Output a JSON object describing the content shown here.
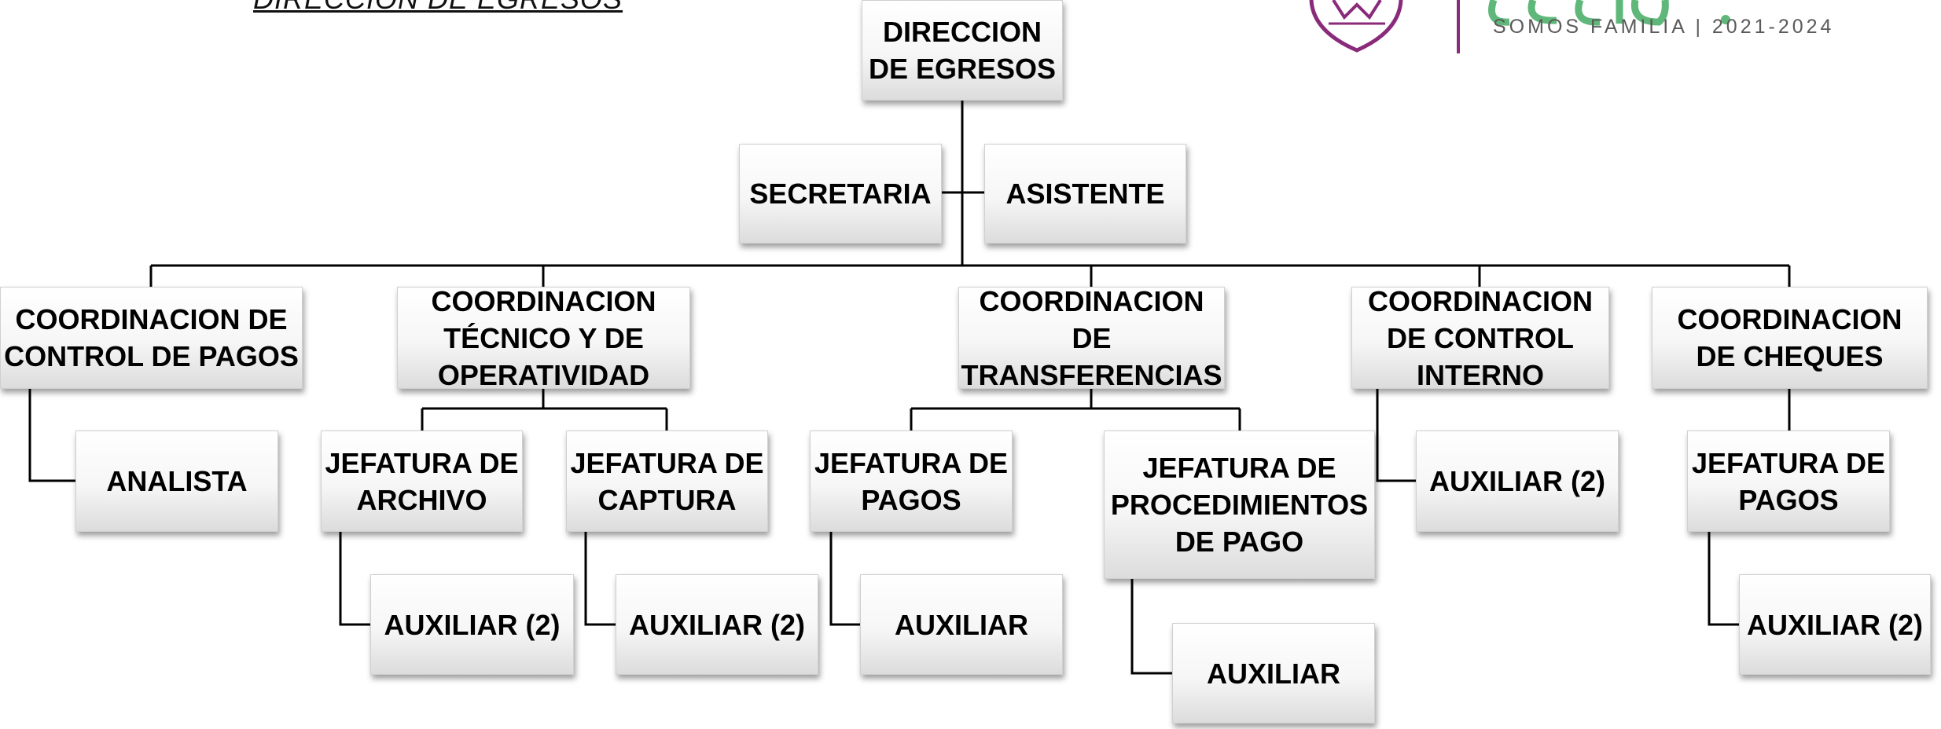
{
  "page": {
    "heading": "DIRECCION DE EGRESOS"
  },
  "logo": {
    "tagline": "SOMOS FAMILIA | 2021-2024",
    "colors": {
      "purple": "#8a2a7a",
      "green": "#5fb87a"
    }
  },
  "org_chart": {
    "root": "DIRECCION\nDE EGRESOS",
    "staff": [
      "SECRETARIA",
      "ASISTENTE"
    ],
    "coordinations": {
      "pagos": {
        "title": "COORDINACION DE\nCONTROL DE PAGOS",
        "analista": "ANALISTA"
      },
      "tecnico": {
        "title": "COORDINACION\nTÉCNICO Y DE\nOPERATIVIDAD",
        "archivo": "JEFATURA DE\nARCHIVO",
        "archivo_aux": "AUXILIAR (2)",
        "captura": "JEFATURA DE\nCAPTURA",
        "captura_aux": "AUXILIAR (2)"
      },
      "transferencias": {
        "title": "COORDINACION\nDE\nTRANSFERENCIAS",
        "pagos": "JEFATURA DE\nPAGOS",
        "pagos_aux": "AUXILIAR",
        "procedimientos": "JEFATURA DE\nPROCEDIMIENTOS\nDE PAGO",
        "procedimientos_aux": "AUXILIAR"
      },
      "interno": {
        "title": "COORDINACION\nDE CONTROL\nINTERNO",
        "aux": "AUXILIAR (2)"
      },
      "cheques": {
        "title": "COORDINACION\nDE CHEQUES",
        "pagos": "JEFATURA DE\nPAGOS",
        "pagos_aux": "AUXILIAR (2)"
      }
    }
  }
}
